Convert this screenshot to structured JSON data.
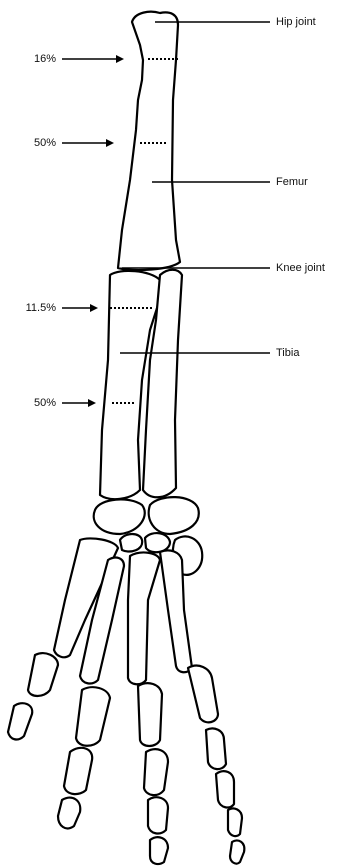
{
  "labels": {
    "hip_joint": "Hip joint",
    "femur": "Femur",
    "knee_joint": "Knee joint",
    "tibia": "Tibia"
  },
  "percentages": {
    "femur_upper": "16%",
    "femur_mid": "50%",
    "tibia_upper": "11.5%",
    "tibia_mid": "50%"
  }
}
